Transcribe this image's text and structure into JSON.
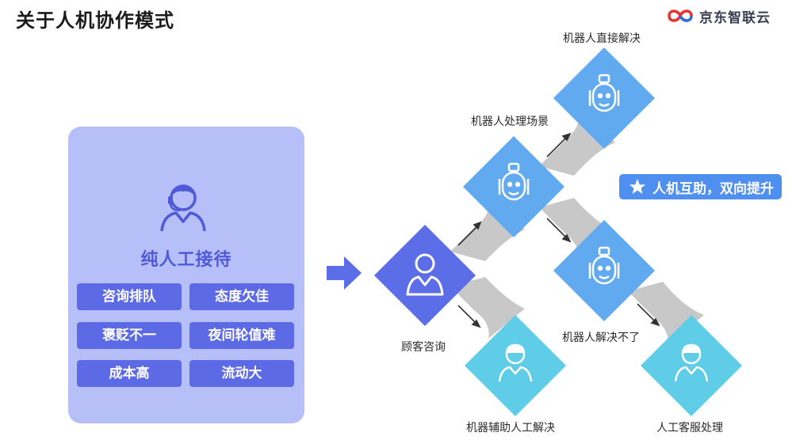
{
  "header": {
    "title": "关于人机协作模式",
    "logo_text": "京东智联云"
  },
  "left_card": {
    "title": "纯人工接待",
    "issues": [
      "咨询排队",
      "态度欠佳",
      "褒贬不一",
      "夜间轮值难",
      "成本高",
      "流动大"
    ]
  },
  "flow": {
    "customer_label": "顾客咨询",
    "robot_scene_label": "机器人处理场景",
    "robot_direct_label": "机器人直接解决",
    "robot_fail_label": "机器人解决不了",
    "assisted_label": "机器辅助人工解决",
    "human_label": "人工客服处理",
    "badge_text": "人机互助，双向提升"
  },
  "colors": {
    "card_bg": "#b7bff8",
    "chip_bg": "#5c6ae6",
    "customer_node": "#5b6ee8",
    "robot_node": "#62aaef",
    "human_node": "#5fcde8",
    "connector": "#c8c8c8",
    "badge_bg": "#4f8ff0"
  }
}
